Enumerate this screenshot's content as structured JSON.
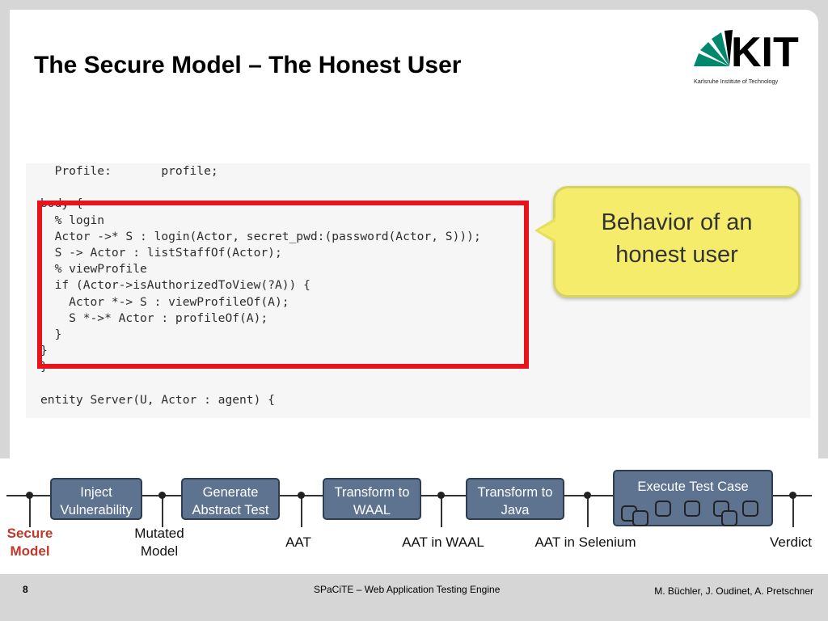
{
  "slide": {
    "title": "The Secure Model – The Honest User",
    "logo": {
      "text": "KIT",
      "subtitle": "Karlsruhe Institute of Technology"
    }
  },
  "code_lines": [
    "  Profile:       profile;",
    "",
    "body {",
    "  % login",
    "  Actor ->* S : login(Actor, secret_pwd:(password(Actor, S)));",
    "  S -> Actor : listStaffOf(Actor);",
    "  % viewProfile",
    "  if (Actor->isAuthorizedToView(?A)) {",
    "    Actor *-> S : viewProfileOf(A);",
    "    S *->* Actor : profileOf(A);",
    "  }",
    "}",
    "}",
    "",
    "entity Server(U, Actor : agent) {"
  ],
  "callout": {
    "line1": "Behavior of an",
    "line2": "honest user"
  },
  "pipeline": {
    "boxes": [
      {
        "line1": "Inject",
        "line2": "Vulnerability"
      },
      {
        "line1": "Generate",
        "line2": "Abstract Test"
      },
      {
        "line1": "Transform to",
        "line2": "WAAL"
      },
      {
        "line1": "Transform to",
        "line2": "Java"
      },
      {
        "line1": "Execute Test Case",
        "line2": ""
      }
    ],
    "labels": {
      "secure_line1": "Secure",
      "secure_line2": "Model",
      "mutated_line1": "Mutated",
      "mutated_line2": "Model",
      "aat": "AAT",
      "aat_waal": "AAT in WAAL",
      "aat_selenium": "AAT in Selenium",
      "verdict": "Verdict"
    }
  },
  "footer": {
    "page": "8",
    "center": "SPaCiTE – Web Application Testing Engine",
    "right": "M. Büchler, J. Oudinet, A. Pretschner"
  },
  "colors": {
    "highlight_box": "#e8141c",
    "callout_fill": "#f6ec6c",
    "pipeline_box": "#5d738f",
    "kit_green": "#00876c",
    "secure_label": "#c0392b"
  }
}
